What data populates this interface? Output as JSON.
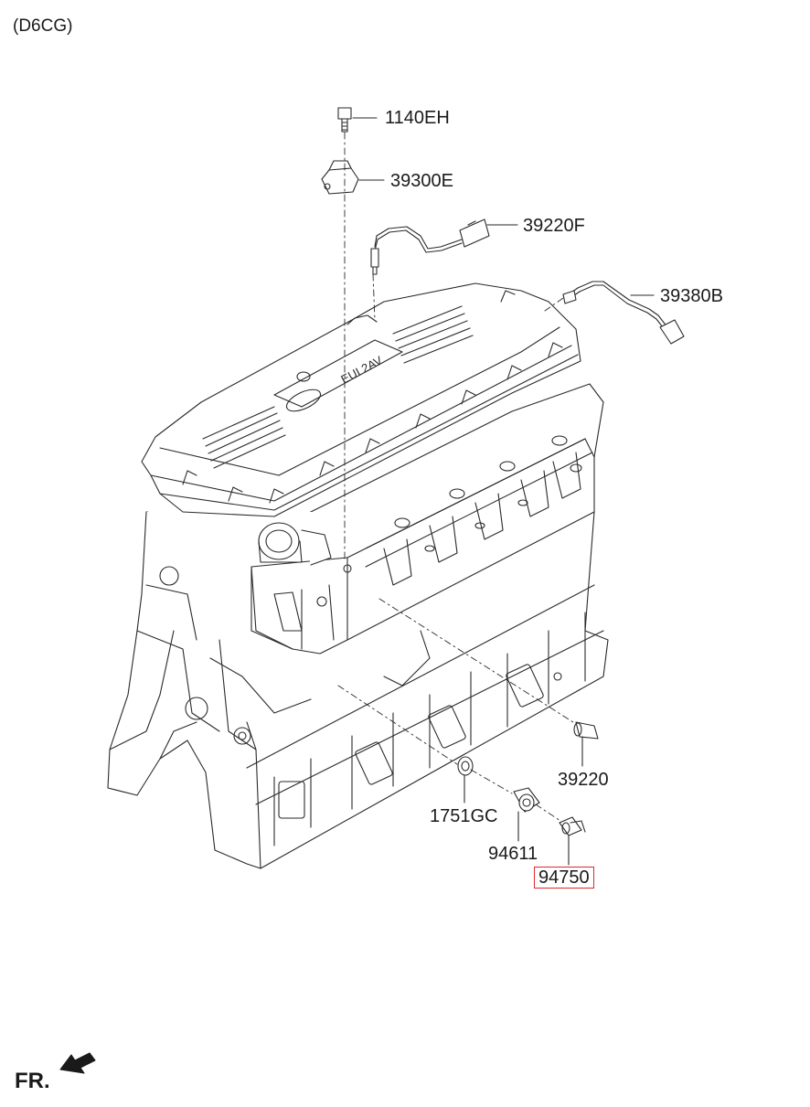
{
  "model_code": "(D6CG)",
  "parts": [
    {
      "id": "p1140eh",
      "number": "1140EH"
    },
    {
      "id": "p39300e",
      "number": "39300E"
    },
    {
      "id": "p39220f",
      "number": "39220F"
    },
    {
      "id": "p39380b",
      "number": "39380B"
    },
    {
      "id": "p39220",
      "number": "39220"
    },
    {
      "id": "p1751gc",
      "number": "1751GC"
    },
    {
      "id": "p94611",
      "number": "94611"
    },
    {
      "id": "p94750",
      "number": "94750",
      "highlighted": true
    }
  ],
  "cover_text": "EUI 2AV",
  "direction_label": "FR.",
  "colors": {
    "line": "#2a2a2a",
    "highlight": "#e0282e",
    "background": "#ffffff"
  }
}
